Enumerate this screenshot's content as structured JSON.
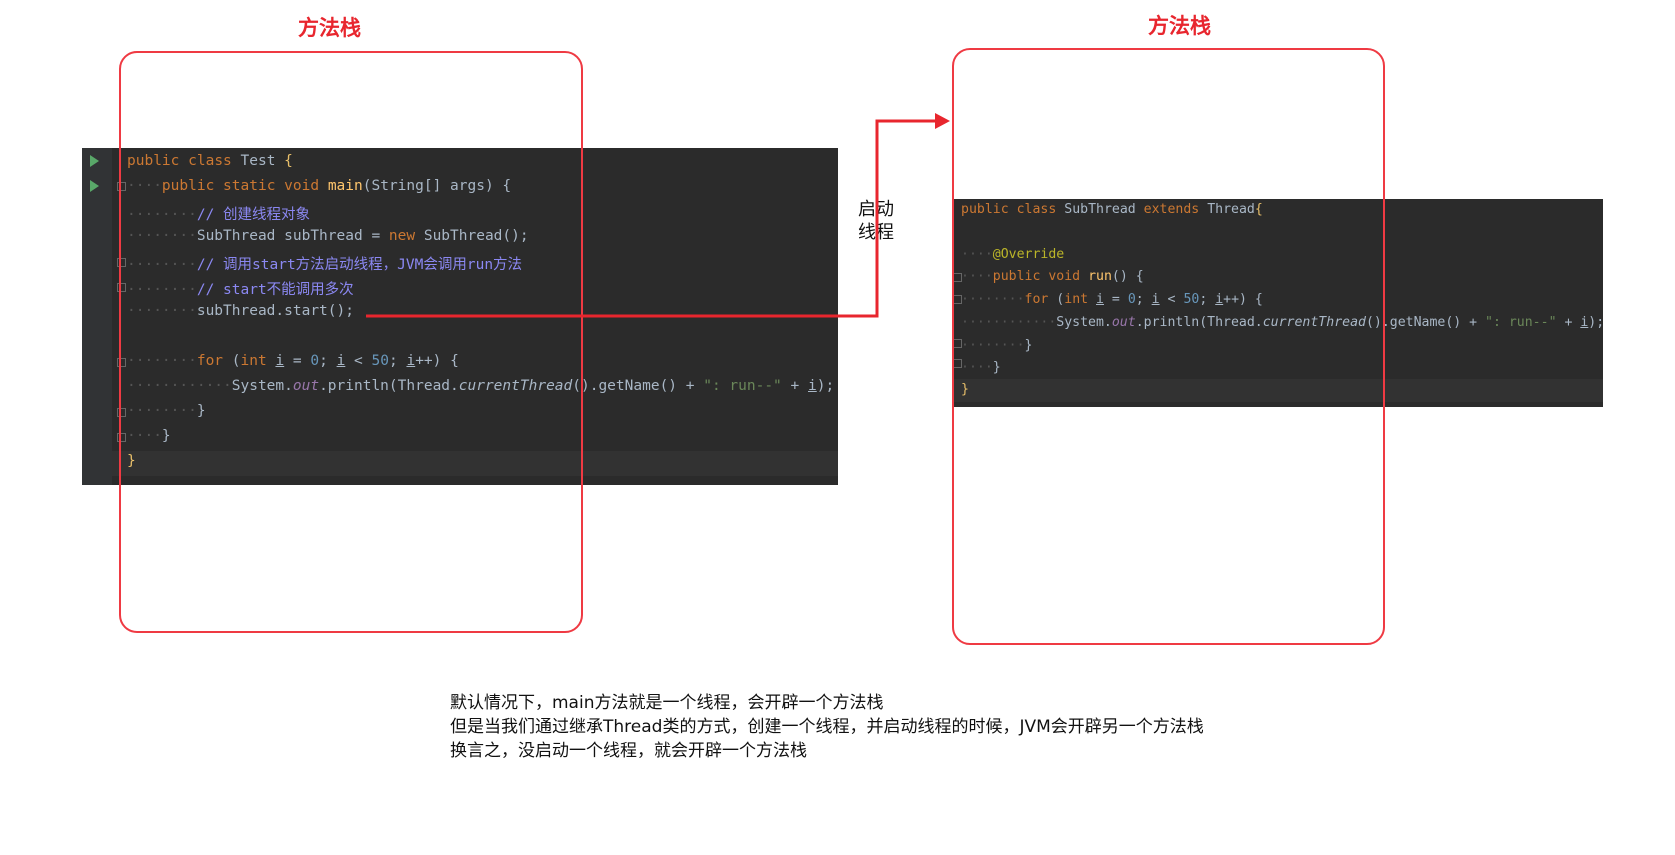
{
  "stacks": {
    "left_title": "方法栈",
    "right_title": "方法栈"
  },
  "arrow": {
    "label_line1": "启动",
    "label_line2": "线程"
  },
  "colors": {
    "stack_border": "#ef3a43",
    "arrow": "#e8262e",
    "editor_bg": "#2b2b2b"
  },
  "icons": {
    "run": "run-gutter-icon",
    "fold": "fold-marker-icon"
  },
  "test_code": {
    "l1": {
      "kw1": "public",
      "kw2": "class",
      "name": "Test",
      "brace": "{"
    },
    "l2": {
      "kw1": "public",
      "kw2": "static",
      "kw3": "void",
      "fn": "main",
      "rest": "(String[] args) {"
    },
    "l3": "// 创建线程对象",
    "l4": {
      "a": "SubThread subThread = ",
      "kw": "new",
      "b": " SubThread();"
    },
    "l5": "// 调用start方法启动线程，JVM会调用run方法",
    "l6": "// start不能调用多次",
    "l7": "subThread.start();",
    "l8": {
      "kw": "for",
      "a": " (",
      "kw2": "int",
      "i1": "i",
      "b": " = ",
      "n0": "0",
      "c": "; ",
      "i2": "i",
      "d": " < ",
      "n50": "50",
      "e": "; ",
      "i3": "i",
      "f": "++) {"
    },
    "l9": {
      "a": "System.",
      "out": "out",
      "b": ".println(Thread.",
      "ct": "currentThread",
      "c": "().getName() + ",
      "s": "\": run--\"",
      "d": " + ",
      "i": "i",
      "e": ");"
    },
    "l10": "}",
    "l11": "}",
    "l12": "}"
  },
  "sub_code": {
    "l1": {
      "kw1": "public",
      "kw2": "class",
      "name": "SubThread",
      "kw3": "extends",
      "base": "Thread",
      "brace": "{"
    },
    "l2": "@Override",
    "l3": {
      "kw1": "public",
      "kw2": "void",
      "fn": "run",
      "rest": "() {"
    },
    "l4": {
      "kw": "for",
      "a": " (",
      "kw2": "int",
      "i1": "i",
      "b": " = ",
      "n0": "0",
      "c": "; ",
      "i2": "i",
      "d": " < ",
      "n50": "50",
      "e": "; ",
      "i3": "i",
      "f": "++) {"
    },
    "l5": {
      "a": "System.",
      "out": "out",
      "b": ".println(Thread.",
      "ct": "currentThread",
      "c": "().getName() + ",
      "s": "\": run--\"",
      "d": " + ",
      "i": "i",
      "e": ");"
    },
    "l6": "}",
    "l7": "}",
    "l8": "}"
  },
  "description": {
    "line1": "默认情况下，main方法就是一个线程，会开辟一个方法栈",
    "line2": "但是当我们通过继承Thread类的方式，创建一个线程，并启动线程的时候，JVM会开辟另一个方法栈",
    "line3": "换言之，没启动一个线程，就会开辟一个方法栈"
  }
}
